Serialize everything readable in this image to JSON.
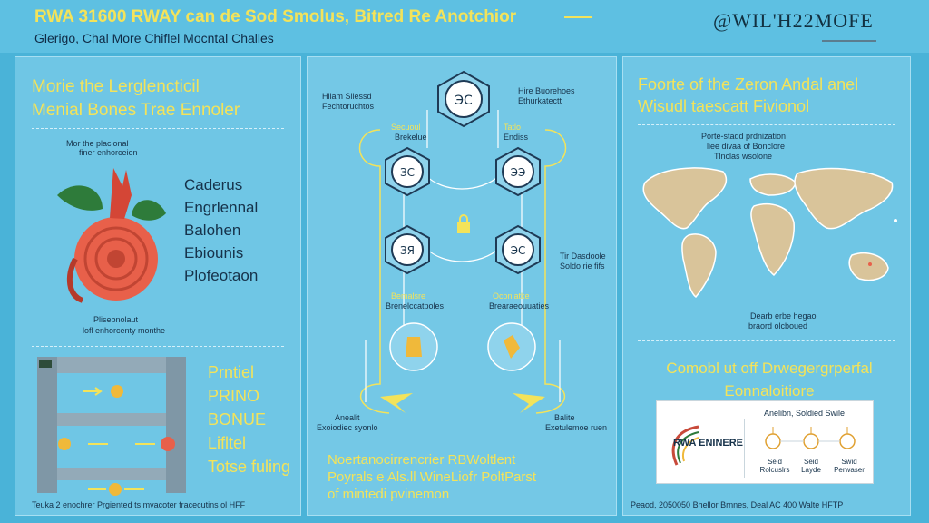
{
  "header": {
    "title": "RWA 31600 RWAY can de Sod Smolus, Bitred Re Anotchior",
    "subtitle": "Glerigo, Chal More Chiflel Mocntal Challes",
    "logo": "@WIL'H22MOFE"
  },
  "left_panel": {
    "title_line1": "Morie the Lerglencticil",
    "title_line2": "Menial Bones Trae Ennoler",
    "rose_caption_line1": "Mor the placlonal",
    "rose_caption_line2": "finer enhorceion",
    "list1": [
      "Caderus",
      "Engrlennal",
      "Balohen",
      "Ebiounis",
      "Plofeotaon"
    ],
    "rose_footer_line1": "Plisebnolaut",
    "rose_footer_line2": "lofl enhorcenty monthe",
    "list2": [
      "Prntiel",
      "PRINO",
      "BONUE",
      "Lifltel",
      "Totse fuling"
    ],
    "footer": "Teuka 2 enochrer Prgiented ts mvacoter fracecutins ol HFF"
  },
  "mid_panel": {
    "label_top_left_1": "Hilam Sliessd",
    "label_top_left_2": "Fechtoruchtos",
    "label_top_right_1": "Hire Buorehoes",
    "label_top_right_2": "Ethurkatectt",
    "label_mid_left_1": "Secuoul",
    "label_mid_left_2": "Brekelue",
    "label_mid_right_1": "Tatlo",
    "label_mid_right_2": "Endiss",
    "label_right_1": "Tir Dasdoole",
    "label_right_2": "Soldo rie fifs",
    "label_low_left_1": "Bemalsre",
    "label_low_left_2": "Brenelccatpoles",
    "label_low_right_1": "Oconiatke",
    "label_low_right_2": "Brearaeouuaties",
    "label_bottom_left_1": "Anealit",
    "label_bottom_left_2": "Exoiodiec syonlo",
    "label_bottom_right_1": "Balite",
    "label_bottom_right_2": "Exetulemoe ruen",
    "bottom_line1": "Noertanocirrencrier RBWoltlent",
    "bottom_line2": "Poyrals e Als.ll WineLiofr PoltParst",
    "bottom_line3": "of mintedi pvinemon"
  },
  "right_panel": {
    "title_line1": "Foorte of the Zeron Andal anel",
    "title_line2": "Wisudl taescatt Fivionol",
    "map_caption_line1": "Porte-stadd prdnization",
    "map_caption_line2": "liee divaa of Bonclore",
    "map_caption_line3": "Tlnclas wsolone",
    "map_bottom_line1": "Dearb erbe hegaol",
    "map_bottom_line2": "braord olcboued",
    "subtitle_line1": "Comobl ut off Drwegergrperfal",
    "subtitle_line2": "Eonnaloitiore",
    "card_brand": "RWA ENINERE",
    "card_head": "Anelibn, Soldied Swile",
    "card_cols": [
      {
        "l1": "Seid",
        "l2": "Rolcuslrs"
      },
      {
        "l1": "Seid",
        "l2": "Layde"
      },
      {
        "l1": "Swid",
        "l2": "Perwaser"
      }
    ],
    "footer": "Peaod, 2050050 Bhellor Brnnes, Deal AC 400 Walte HFTP"
  },
  "colors": {
    "background": "#4ab3d8",
    "accent_yellow": "#f3e35a",
    "text_dark": "#16324a",
    "rose": "#e8604a",
    "leaf": "#2e7b3a",
    "map_land": "#d9c49a"
  }
}
